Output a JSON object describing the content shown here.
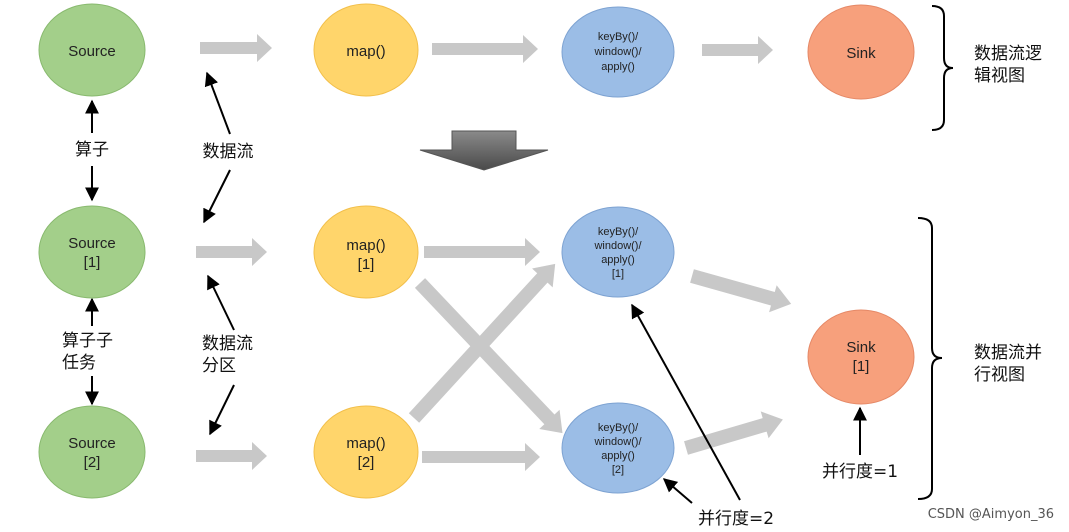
{
  "colors": {
    "green_fill": "#a3cf8a",
    "green_stroke": "#88b96e",
    "yellow_fill": "#ffd56b",
    "yellow_stroke": "#f2bf4a",
    "blue_fill": "#9bbde6",
    "blue_stroke": "#7ea3d2",
    "red_fill": "#f7a07c",
    "red_stroke": "#e58866",
    "gray_arrow": "#c8c8c8",
    "dark_arrow": "#707070"
  },
  "logical": {
    "source": "Source",
    "map": "map()",
    "keyby": [
      "keyBy()/",
      "window()/",
      "apply()"
    ],
    "sink": "Sink",
    "label": [
      "数据流逻",
      "辑视图"
    ]
  },
  "parallel": {
    "source1": [
      "Source",
      "[1]"
    ],
    "source2": [
      "Source",
      "[2]"
    ],
    "map1": [
      "map()",
      "[1]"
    ],
    "map2": [
      "map()",
      "[2]"
    ],
    "keyby1": [
      "keyBy()/",
      "window()/",
      "apply()",
      "[1]"
    ],
    "keyby2": [
      "keyBy()/",
      "window()/",
      "apply()",
      "[2]"
    ],
    "sink1": [
      "Sink",
      "[1]"
    ],
    "label": [
      "数据流并",
      "行视图"
    ]
  },
  "annotations": {
    "operator": "算子",
    "stream": "数据流",
    "subtask": [
      "算子子",
      "任务"
    ],
    "partition": [
      "数据流",
      "分区"
    ],
    "parallelism2": "并行度=2",
    "parallelism1": "并行度=1"
  },
  "watermark": "CSDN @Aimyon_36"
}
